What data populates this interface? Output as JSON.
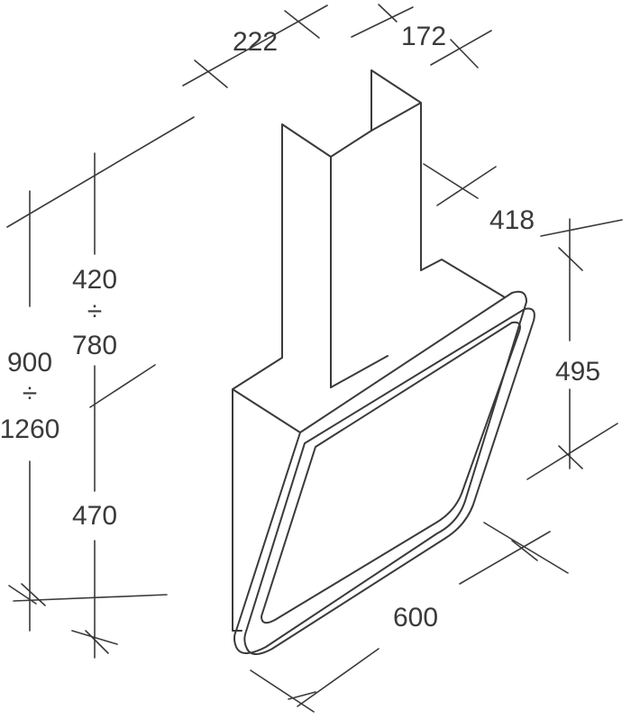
{
  "dimensions": {
    "chimney_width": "222",
    "chimney_depth": "172",
    "hood_depth": "418",
    "upper_min": "420",
    "upper_sep": "÷",
    "upper_max": "780",
    "total_min": "900",
    "total_sep": "÷",
    "total_max": "1260",
    "lower": "470",
    "panel_height": "495",
    "width": "600"
  }
}
